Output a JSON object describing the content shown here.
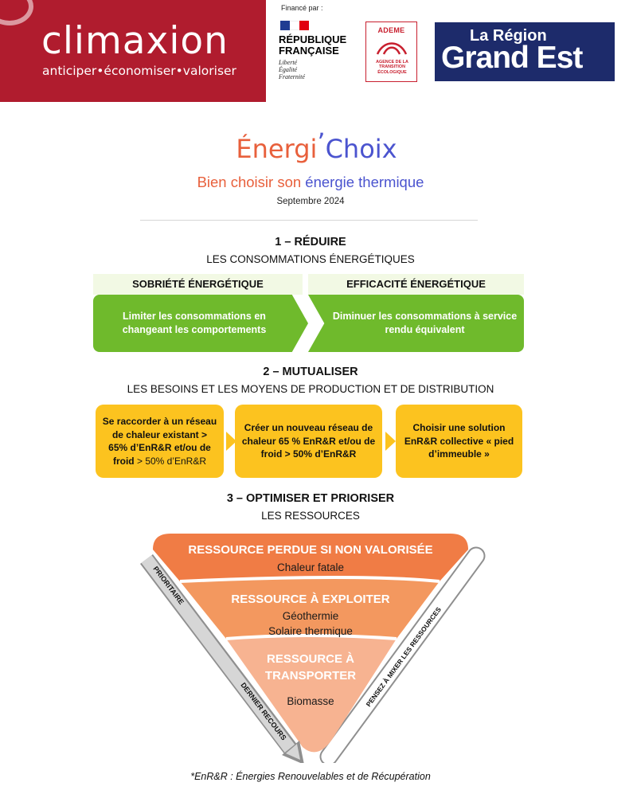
{
  "header": {
    "climaxion_name": "climaxion",
    "climaxion_tagline": "anticiper•économiser•valoriser",
    "financed_by": "Financé par :",
    "republique": "RÉPUBLIQUE FRANÇAISE",
    "motto": [
      "Liberté",
      "Égalité",
      "Fraternité"
    ],
    "ademe_name": "ADEME",
    "ademe_sub": "AGENCE DE LA TRANSITION ÉCOLOGIQUE",
    "region_la": "La Région",
    "region_name": "Grand Est",
    "colors": {
      "climaxion_red": "#b01c2e",
      "region_navy": "#1d2b6b",
      "ademe_red": "#c8202f"
    }
  },
  "title": {
    "brand_part1": "Énergi",
    "brand_apostrophe": "’",
    "brand_part2": "Choix",
    "subtitle_part1": "Bien choisir son ",
    "subtitle_part2": "énergie thermique",
    "date": "Septembre 2024"
  },
  "section1": {
    "title": "1 – RÉDUIRE",
    "subtitle": "LES CONSOMMATIONS ÉNERGÉTIQUES",
    "left_head": "SOBRIÉTÉ ÉNERGÉTIQUE",
    "left_text": "Limiter les consommations en changeant les comportements",
    "right_head": "EFFICACITÉ ÉNERGÉTIQUE",
    "right_text": "Diminuer les consommations à service rendu équivalent"
  },
  "section2": {
    "title": "2 – MUTUALISER",
    "subtitle": "LES BESOINS ET LES MOYENS DE PRODUCTION ET DE DISTRIBUTION",
    "box1_bold": "Se raccorder à un réseau de chaleur existant > 65% d’EnR&R et/ou de froid",
    "box1_normal": " > 50% d’EnR&R",
    "box2": "Créer un nouveau réseau de chaleur 65 % EnR&R et/ou de froid > 50% d’EnR&R",
    "box3": "Choisir une solution EnR&R collective « pied d’immeuble »"
  },
  "section3": {
    "title": "3 – OPTIMISER ET PRIORISER",
    "subtitle": "LES RESSOURCES",
    "tier1_title": "RESSOURCE PERDUE SI NON VALORISÉE",
    "tier1_items": [
      "Chaleur fatale"
    ],
    "tier2_title": "RESSOURCE À EXPLOITER",
    "tier2_items": [
      "Géothermie",
      "Solaire thermique"
    ],
    "tier3_title_line1": "RESSOURCE À",
    "tier3_title_line2": "TRANSPORTER",
    "tier3_items": [
      "Biomasse"
    ],
    "arrow_left_top": "PRIORITAIRE",
    "arrow_left_bottom": "DERNIER RECOURS",
    "arrow_right": "PENSEZ À MIXER LES RESSOURCES",
    "colors": {
      "tier1": "#f07c45",
      "tier2": "#f3985f",
      "tier3": "#f7b391"
    }
  },
  "footnote": "*EnR&R : Énergies Renouvelables et de Récupération"
}
